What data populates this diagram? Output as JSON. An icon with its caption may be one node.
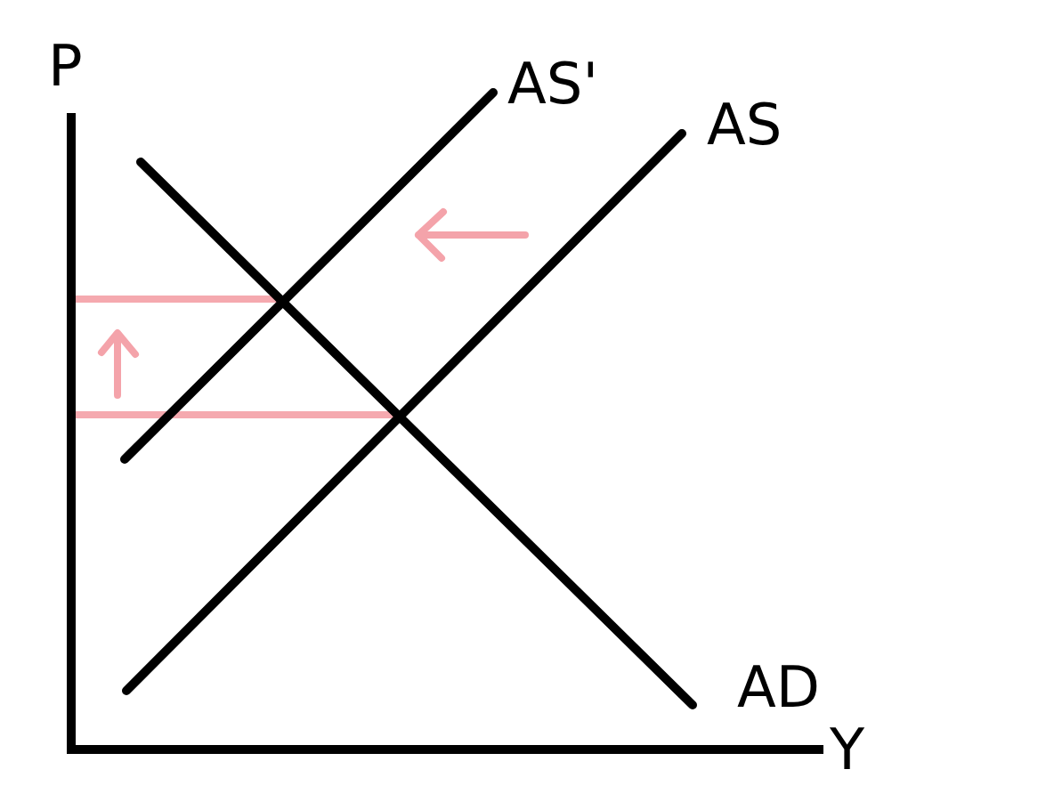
{
  "diagram": {
    "labels": [
      "P",
      "AS'",
      "AS",
      "AD",
      "Y"
    ]
  }
}
